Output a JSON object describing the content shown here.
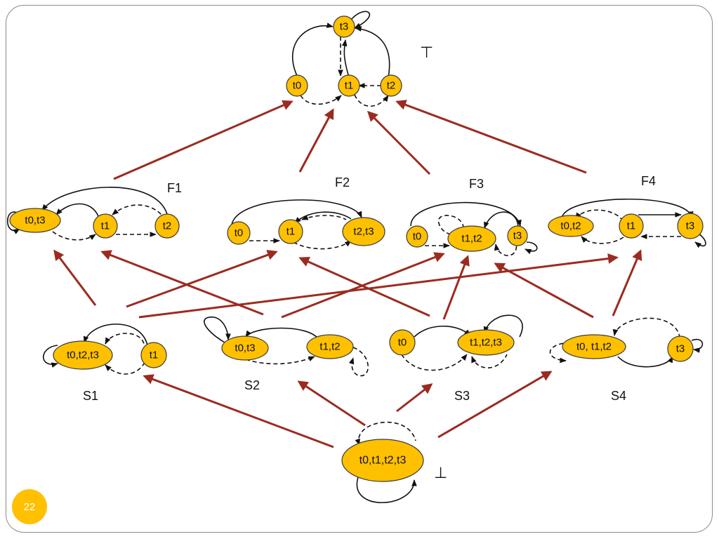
{
  "slide_number": "22",
  "colors": {
    "node_fill": "#ffc000",
    "node_stroke": "#3a3a3a",
    "order_arrow": "#9b2b21",
    "edge": "#111111"
  },
  "labels": {
    "top": "⊤",
    "bottom": "⊥",
    "f1": "F1",
    "f2": "F2",
    "f3": "F3",
    "f4": "F4",
    "s1": "S1",
    "s2": "S2",
    "s3": "S3",
    "s4": "S4"
  },
  "nodes": {
    "top_t3": "t3",
    "top_t0": "t0",
    "top_t1": "t1",
    "top_t2": "t2",
    "f1_a": "t0,t3",
    "f1_b": "t1",
    "f1_c": "t2",
    "f2_a": "t0",
    "f2_b": "t1",
    "f2_c": "t2,t3",
    "f3_a": "t0",
    "f3_b": "t1,t2",
    "f3_c": "t3",
    "f4_a": "t0,t2",
    "f4_b": "t1",
    "f4_c": "t3",
    "s1_a": "t0,t2,t3",
    "s1_b": "t1",
    "s2_a": "t0,t3",
    "s2_b": "t1,t2",
    "s3_a": "t0",
    "s3_b": "t1,t2,t3",
    "s4_a": "t0, t1,t2",
    "s4_b": "t3",
    "bot": "t0,t1,t2,t3"
  }
}
